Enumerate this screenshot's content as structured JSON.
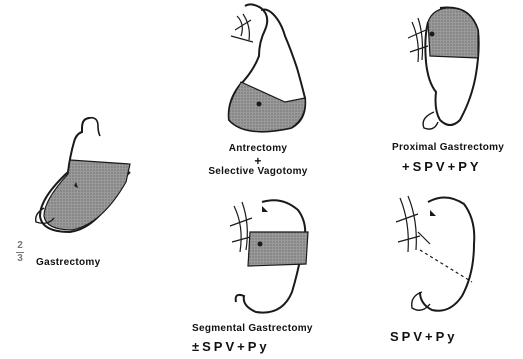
{
  "figure": {
    "items": [
      {
        "id": "subtotal",
        "fraction_num": "2",
        "fraction_den": "3",
        "label": "Gastrectomy"
      },
      {
        "id": "antrectomy",
        "line1": "Antrectomy",
        "plus": "+",
        "line2": "Selective Vagotomy"
      },
      {
        "id": "proximal",
        "line1": "Proximal Gastrectomy",
        "line2": "+SPV+PY"
      },
      {
        "id": "segmental",
        "line1": "Segmental Gastrectomy",
        "line2": "±SPV+Py"
      },
      {
        "id": "spv",
        "line1": "SPV+Py"
      }
    ]
  },
  "colors": {
    "ink": "#1a1a1a",
    "shade": "#8a8a8a"
  }
}
